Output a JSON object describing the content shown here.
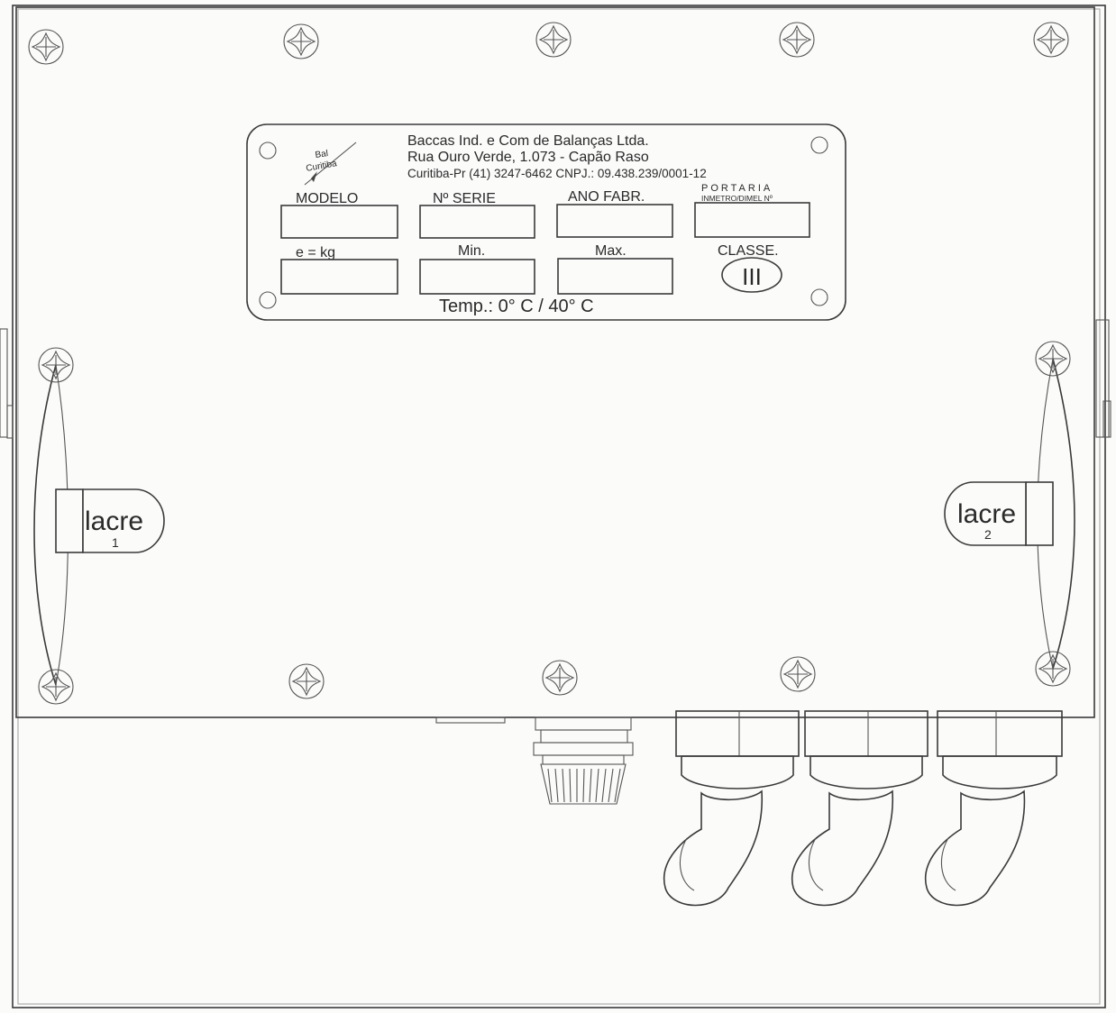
{
  "nameplate": {
    "company": "Baccas Ind. e Com de Balanças Ltda.",
    "address": "Rua Ouro Verde, 1.073 - Capão Raso",
    "contact": "Curitiba-Pr (41) 3247-6462  CNPJ.: 09.438.239/0001-12",
    "field_modelo": "MODELO",
    "field_serie": "Nº SERIE",
    "field_ano": "ANO FABR.",
    "field_portaria": "PORTARIA",
    "field_inmetro": "INMETRO/DIMEL Nº",
    "field_e": "e = kg",
    "field_min": "Min.",
    "field_max": "Max.",
    "field_classe": "CLASSE.",
    "classe_value": "III",
    "temperature": "Temp.: 0° C / 40° C"
  },
  "logo": {
    "text_top": "Bal",
    "text_bottom": "Curitiba"
  },
  "seals": {
    "left_label": "lacre",
    "left_number": "1",
    "right_label": "lacre",
    "right_number": "2"
  }
}
